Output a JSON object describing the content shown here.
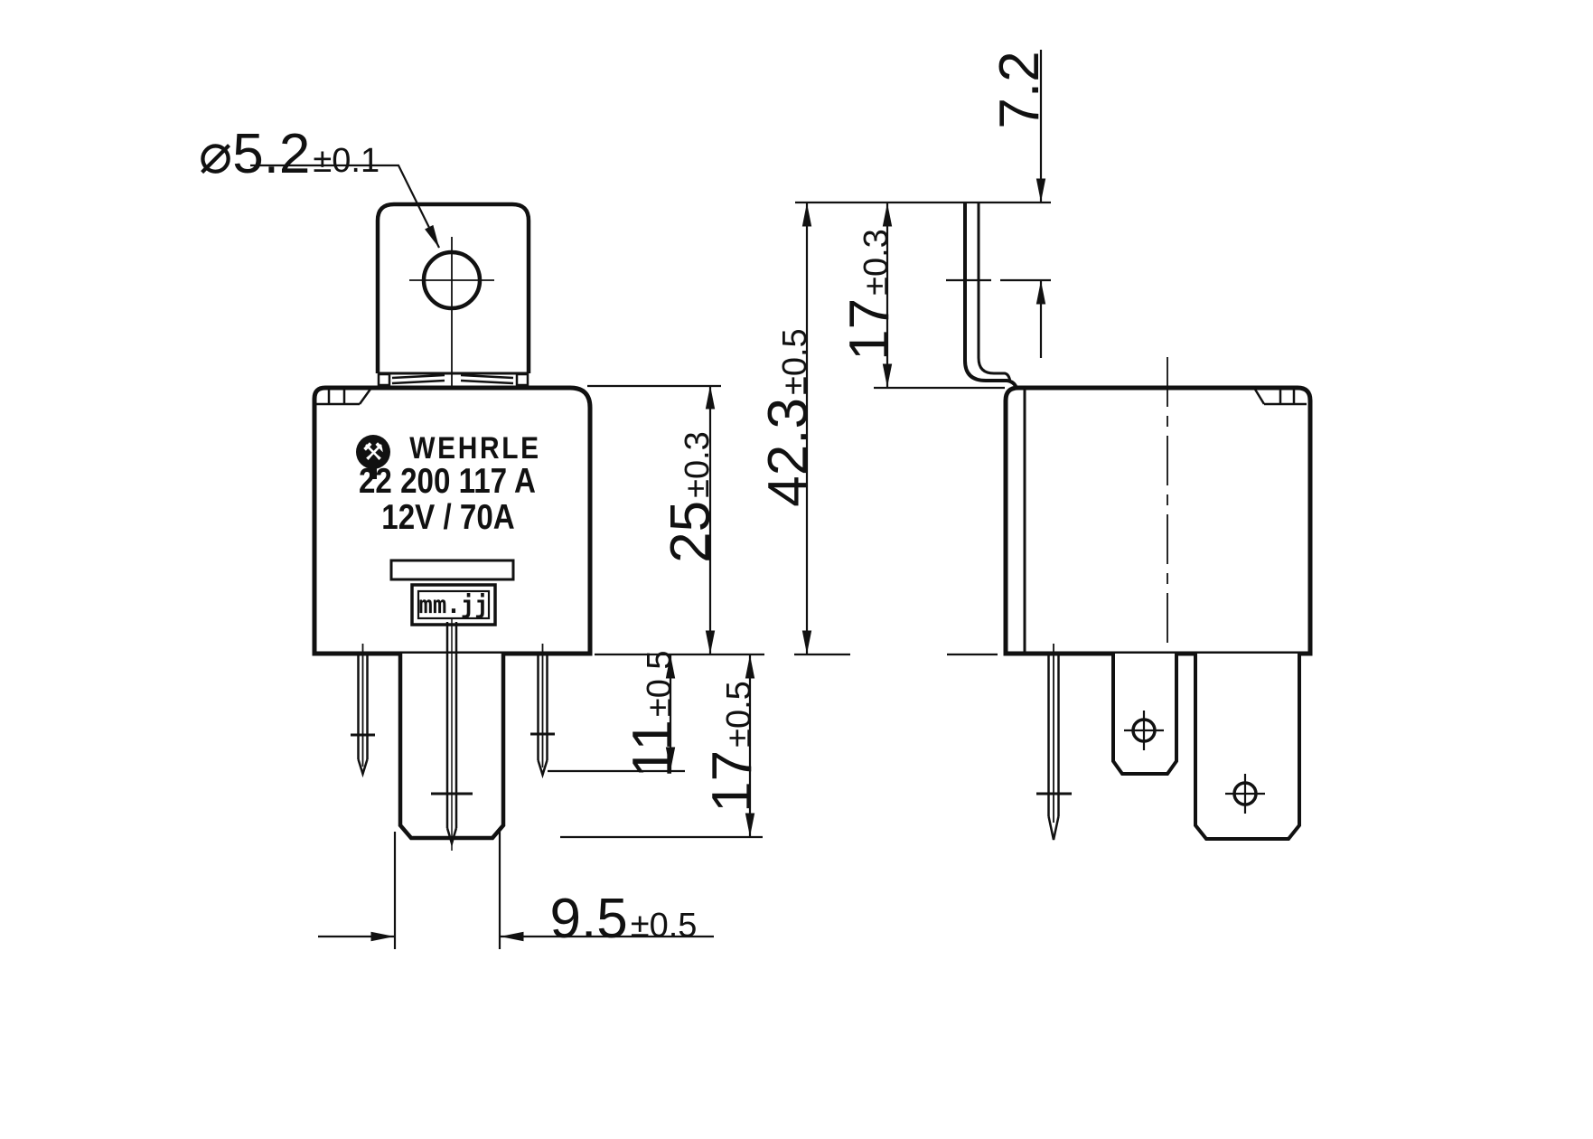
{
  "meta": {
    "description": "Technical dimension drawing of a WEHRLE automotive relay, front and side views"
  },
  "front_view": {
    "logo_glyph": "⚒",
    "brand": "WEHRLE",
    "part_number": "22 200 117 A",
    "rating": "12V / 70A",
    "date_code_stamp": "mm.jj"
  },
  "dimensions": {
    "hole_diameter": {
      "value": "⌀5.2",
      "tolerance": "±0.1"
    },
    "body_height": {
      "value": "25",
      "tolerance": "±0.3"
    },
    "short_pin_length": {
      "value": "11",
      "tolerance": "±0.5"
    },
    "long_pin_length": {
      "value": "17",
      "tolerance": "±0.5"
    },
    "center_pin_width": {
      "value": "9.5",
      "tolerance": "±0.5"
    },
    "overall_height": {
      "value": "42.3",
      "tolerance": "±0.5"
    },
    "bracket_to_body": {
      "value": "17",
      "tolerance": "±0.3"
    },
    "hole_center_offset": {
      "value": "7.2",
      "tolerance": ""
    }
  },
  "colors": {
    "ink": "#111111",
    "paper": "#ffffff"
  }
}
